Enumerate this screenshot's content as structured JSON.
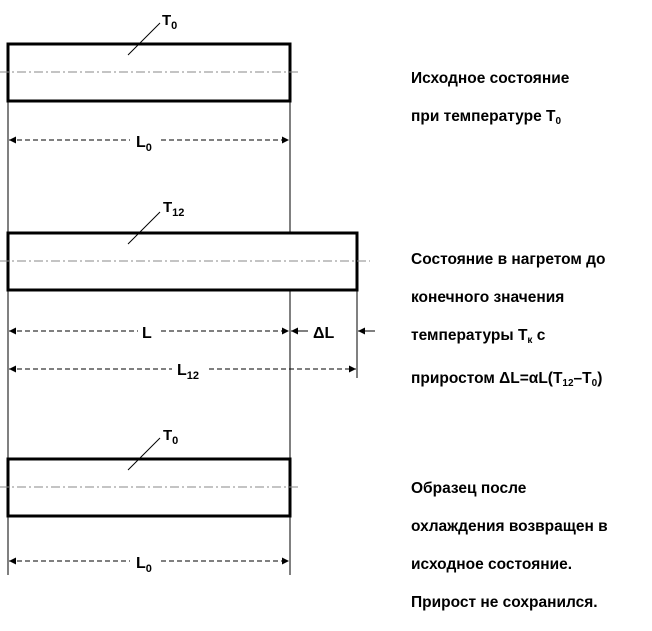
{
  "states": [
    {
      "temp_label": {
        "main": "T",
        "sub": "0"
      },
      "length_label": {
        "main": "L",
        "sub": "0"
      },
      "description_lines": [
        {
          "text": "Исходное состояние"
        },
        {
          "text": "при температуре T",
          "sub": "0",
          "after": ""
        }
      ]
    },
    {
      "temp_label": {
        "main": "T",
        "sub": "12"
      },
      "length_label": {
        "main": "L",
        "sub": ""
      },
      "delta_label": {
        "main": "ΔL",
        "sub": ""
      },
      "total_label": {
        "main": "L",
        "sub": "12"
      },
      "description_lines": [
        {
          "text": "Состояние в нагретом до"
        },
        {
          "text": "конечного значения"
        },
        {
          "text": "температуры T",
          "sub": "к",
          "after": " с"
        },
        {
          "text": "приростом ΔL=αL(T",
          "sub": "12",
          "after": "–T",
          "sub2": "0",
          "after2": ")"
        }
      ]
    },
    {
      "temp_label": {
        "main": "T",
        "sub": "0"
      },
      "length_label": {
        "main": "L",
        "sub": "0"
      },
      "description_lines": [
        {
          "text": "Образец после"
        },
        {
          "text": "охлаждения возвращен в"
        },
        {
          "text": "исходное состояние."
        },
        {
          "text": "Прирост не сохранился."
        }
      ]
    }
  ]
}
